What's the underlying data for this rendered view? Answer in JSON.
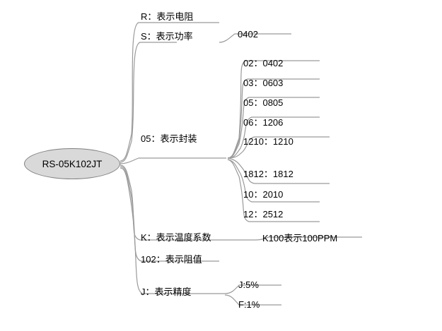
{
  "diagram": {
    "type": "mind-map",
    "root": {
      "label": "RS-05K102JT"
    },
    "branches": [
      {
        "id": "r",
        "label": "R：表示电阻",
        "children": []
      },
      {
        "id": "s",
        "label": "S：表示功率",
        "children": [
          {
            "label": "0402"
          }
        ]
      },
      {
        "id": "pkg",
        "label": "05：表示封装",
        "children": [
          {
            "label": "02：0402"
          },
          {
            "label": "03：0603"
          },
          {
            "label": "05：0805"
          },
          {
            "label": "06：1206"
          },
          {
            "label": "1210：1210"
          },
          {
            "label": "1812：1812"
          },
          {
            "label": "10：2010"
          },
          {
            "label": "12：2512"
          }
        ]
      },
      {
        "id": "k",
        "label": "K：表示温度系数",
        "children": [
          {
            "label": "K100表示100PPM"
          }
        ]
      },
      {
        "id": "102",
        "label": "102：表示阻值",
        "children": []
      },
      {
        "id": "j",
        "label": "J：表示精度",
        "children": [
          {
            "label": "J:5%"
          },
          {
            "label": "F:1%"
          }
        ]
      }
    ],
    "colors": {
      "line": "#9a9a9a",
      "root_fill": "#d9d9d9",
      "root_stroke": "#808080",
      "text": "#000000",
      "background": "#ffffff"
    }
  }
}
